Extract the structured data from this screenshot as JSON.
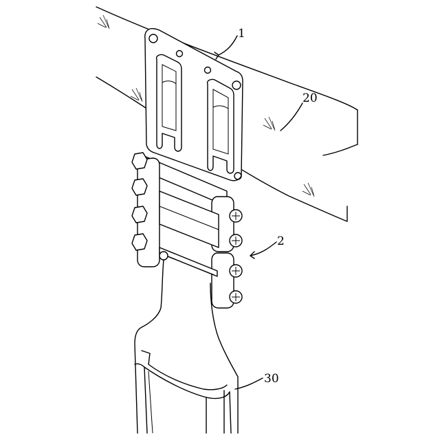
{
  "figure": {
    "labels": {
      "part_1": "1",
      "part_2": "2",
      "part_20": "20",
      "part_30": "30"
    }
  }
}
